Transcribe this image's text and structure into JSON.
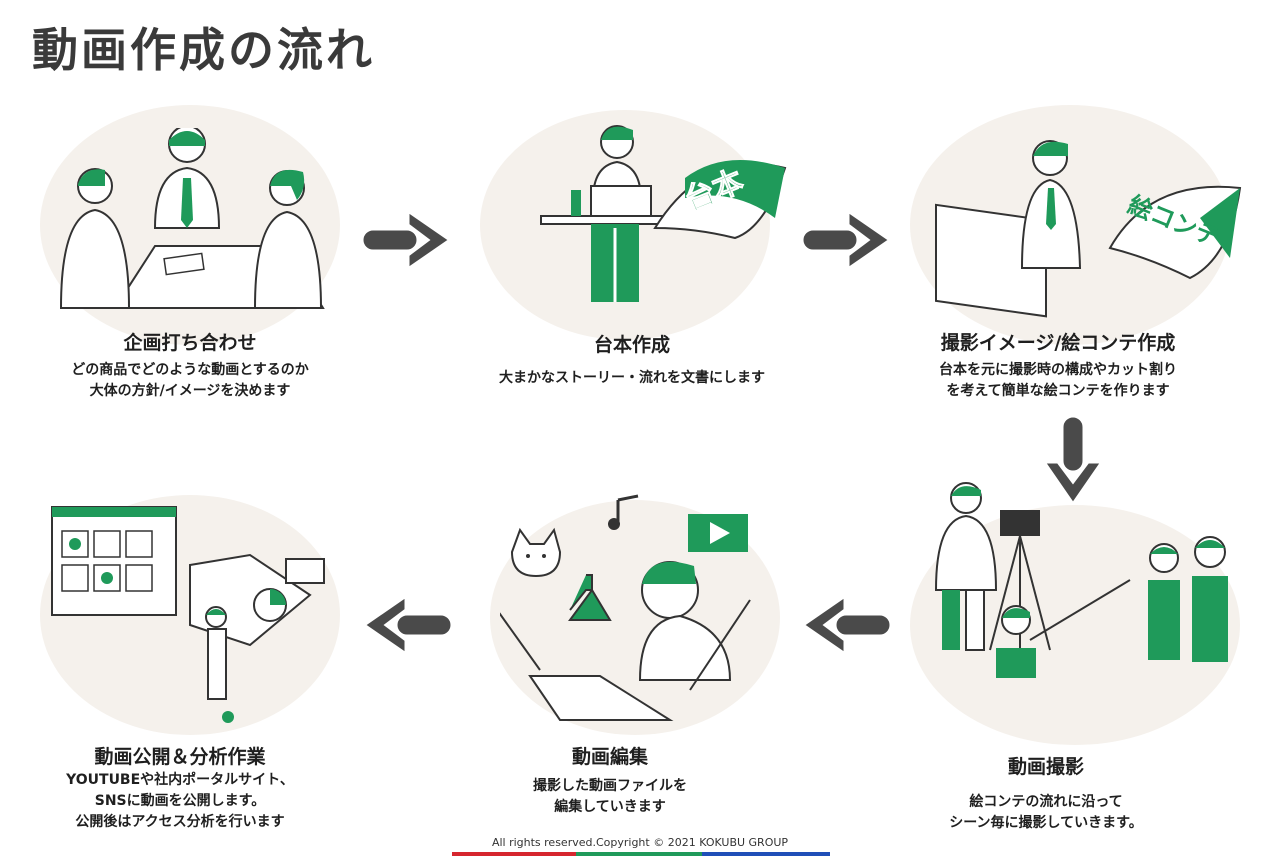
{
  "title": "動画作成の流れ",
  "steps": [
    {
      "title": "企画打ち合わせ",
      "desc": [
        "どの商品でどのような動画とするのか",
        "大体の方針/イメージを決めます"
      ]
    },
    {
      "title": "台本作成",
      "desc": [
        "大まかなストーリー・流れを文書にします"
      ],
      "book_label": "台本"
    },
    {
      "title": "撮影イメージ/絵コンテ作成",
      "desc": [
        "台本を元に撮影時の構成やカット割り",
        "を考えて簡単な絵コンテを作ります"
      ],
      "book_label": "絵コンテ"
    },
    {
      "title": "動画撮影",
      "desc": [
        "絵コンテの流れに沿って",
        "シーン毎に撮影していきます。"
      ]
    },
    {
      "title": "動画編集",
      "desc": [
        "撮影した動画ファイルを",
        "編集していきます"
      ]
    },
    {
      "title": "動画公開＆分析作業",
      "desc": [
        "YOUTUBEや社内ポータルサイト、",
        "SNSに動画を公開します。",
        "公開後はアクセス分析を行います"
      ]
    }
  ],
  "footer": "All rights reserved.Copyright © 2021 KOKUBU  GROUP",
  "colors": {
    "accent": "#1f9a5a",
    "arrow": "#4a4a4a",
    "bar_red": "#d6262e",
    "bar_green": "#1f9a5a",
    "bar_blue": "#1f4fb8"
  }
}
